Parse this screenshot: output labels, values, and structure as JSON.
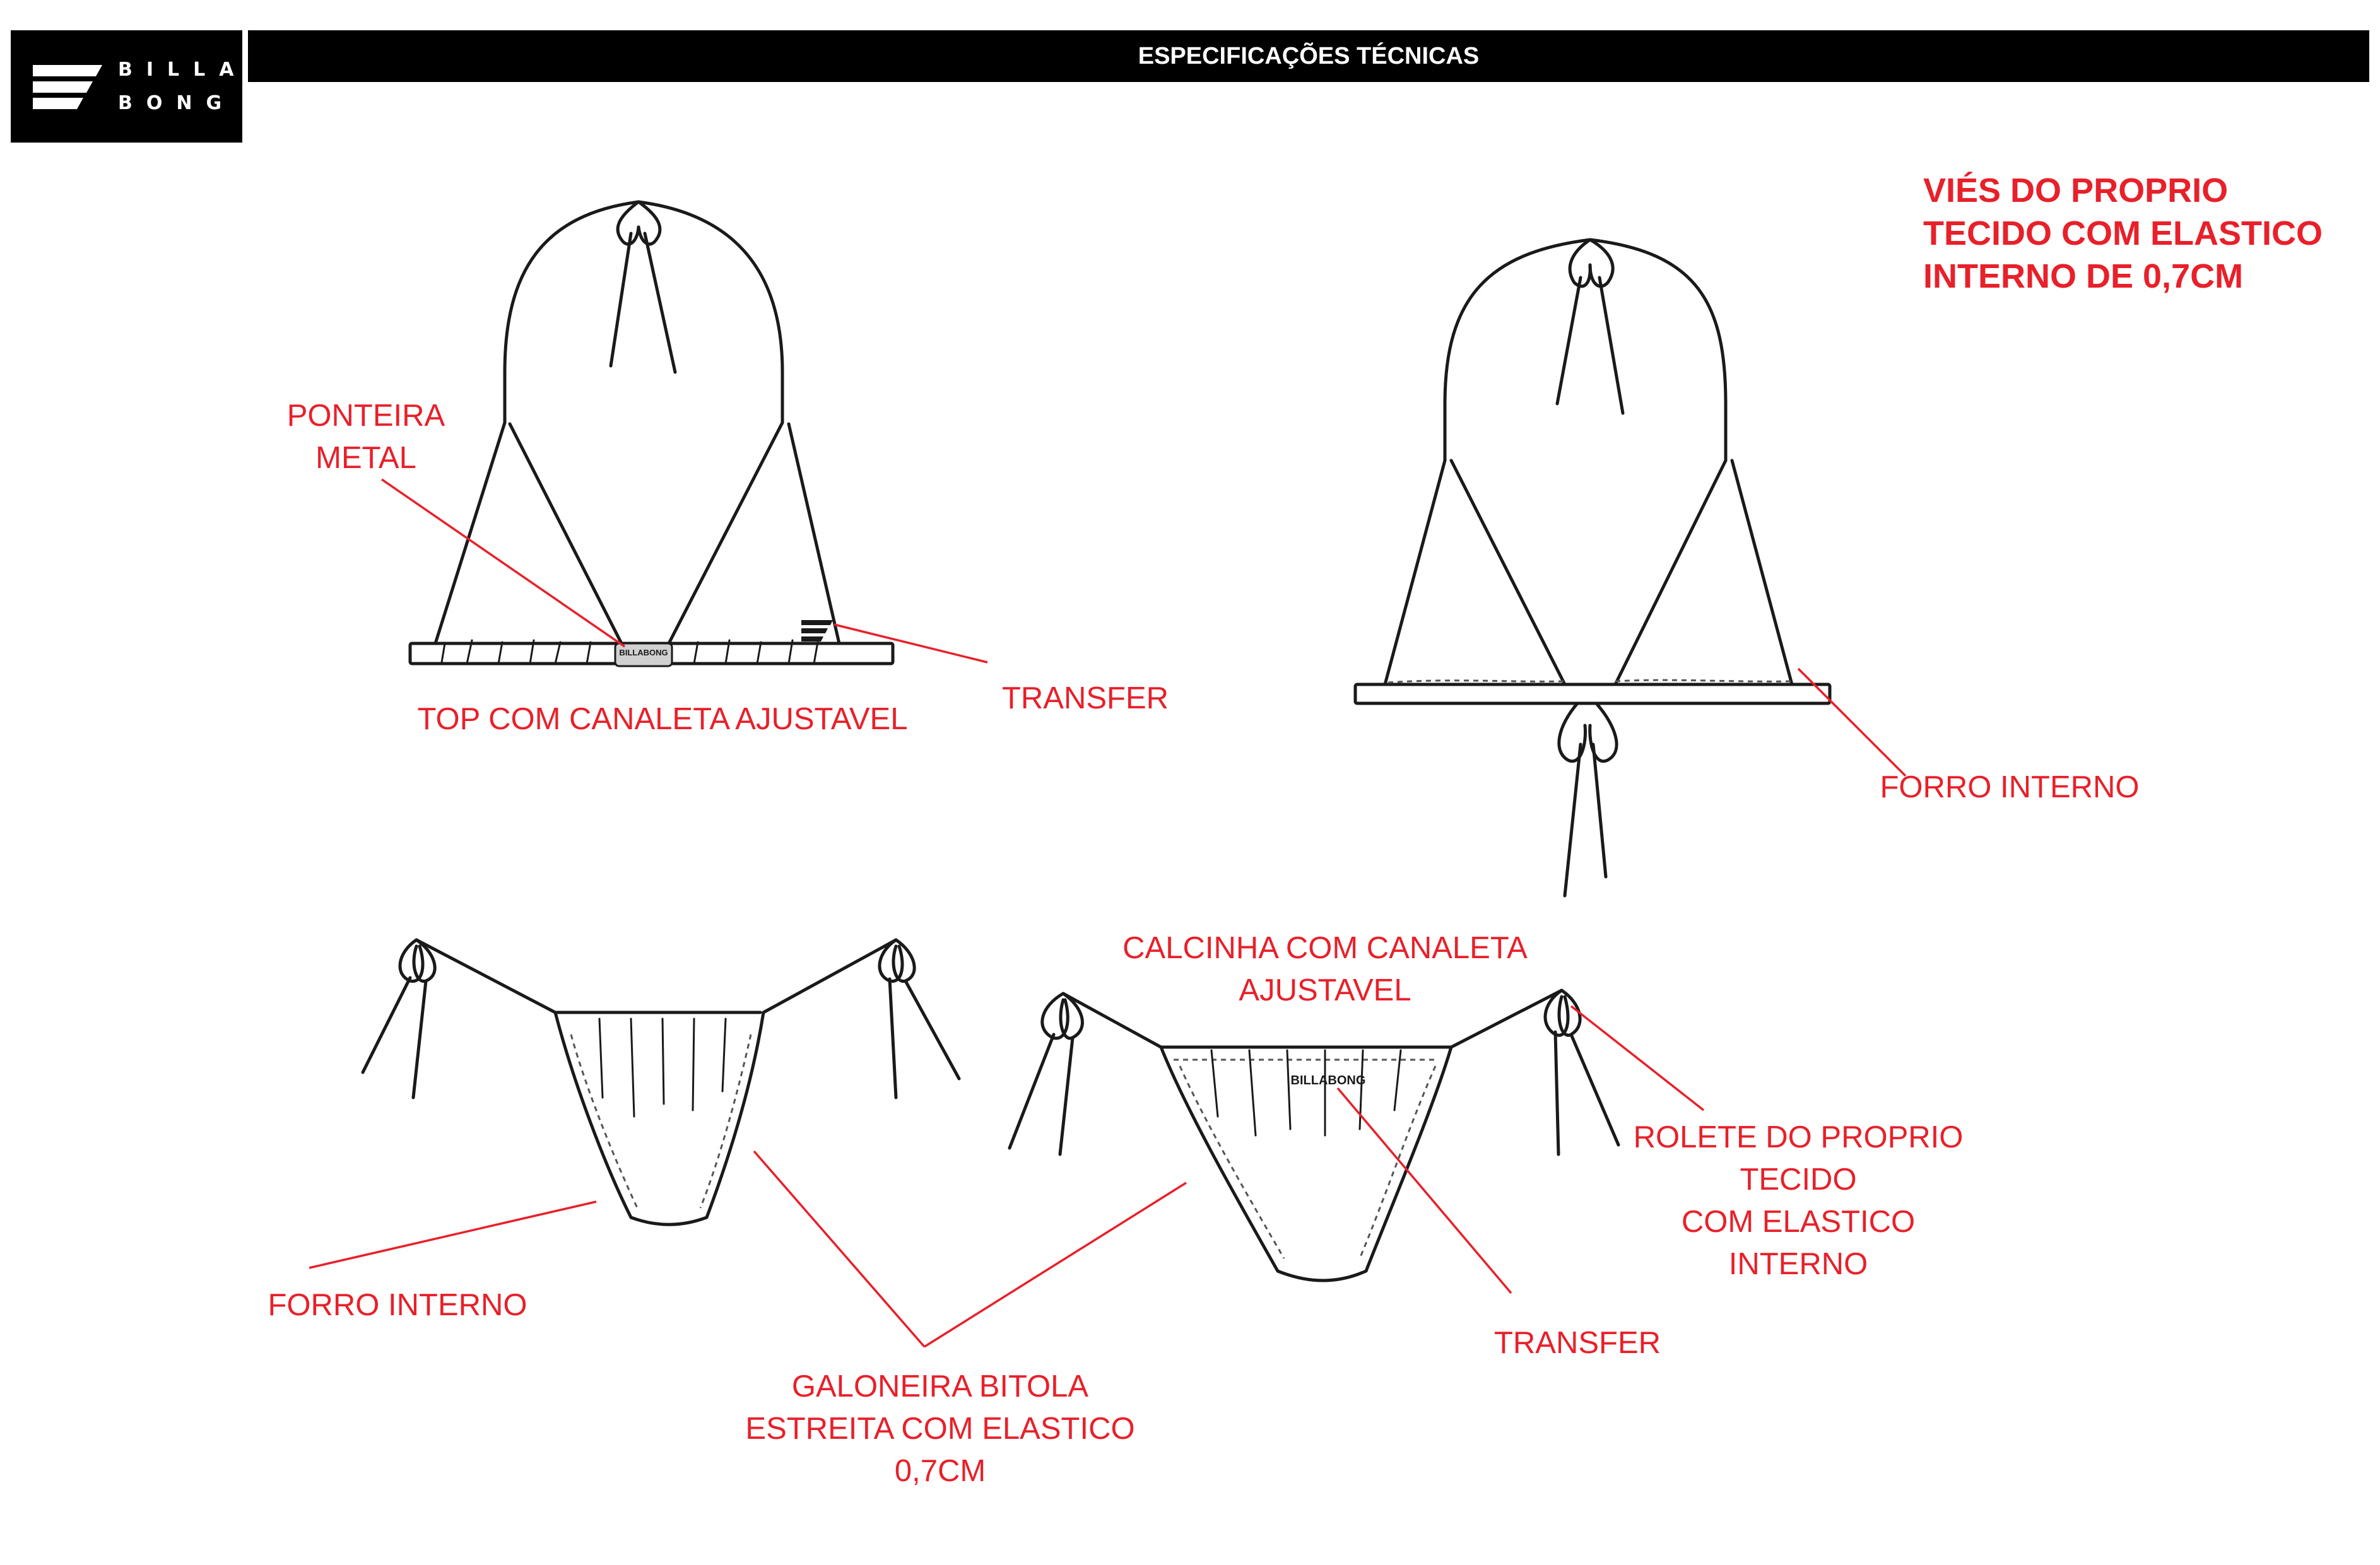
{
  "header": {
    "title": "ESPECIFICAÇÕES TÉCNICAS"
  },
  "logo": {
    "line1": "BILLA",
    "line2": "BONG",
    "icon": "billabong-wave-logo"
  },
  "note": {
    "lines": [
      "VIÉS DO PROPRIO",
      "TECIDO COM ELASTICO",
      "INTERNO DE  0,7CM"
    ]
  },
  "labels": {
    "ponteira": [
      "PONTEIRA",
      "METAL"
    ],
    "transfer_top": "TRANSFER",
    "top_canaleta": "TOP COM CANALETA AJUSTAVEL",
    "forro_top": "FORRO INTERNO",
    "calcinha": [
      "CALCINHA COM CANALETA",
      "AJUSTAVEL"
    ],
    "rolete": [
      "ROLETE DO PROPRIO",
      "TECIDO",
      "COM ELASTICO",
      "INTERNO"
    ],
    "forro_bottom": "FORRO INTERNO",
    "transfer_bottom": "TRANSFER",
    "galoneira": [
      "GALONEIRA BITOLA",
      "ESTREITA COM ELASTICO",
      "0,7CM"
    ]
  },
  "brand_marks": {
    "top": "BILLABONG",
    "bottom": "BILLABONG"
  },
  "colors": {
    "accent_red": "#e8202a",
    "header_bg": "#000000"
  }
}
